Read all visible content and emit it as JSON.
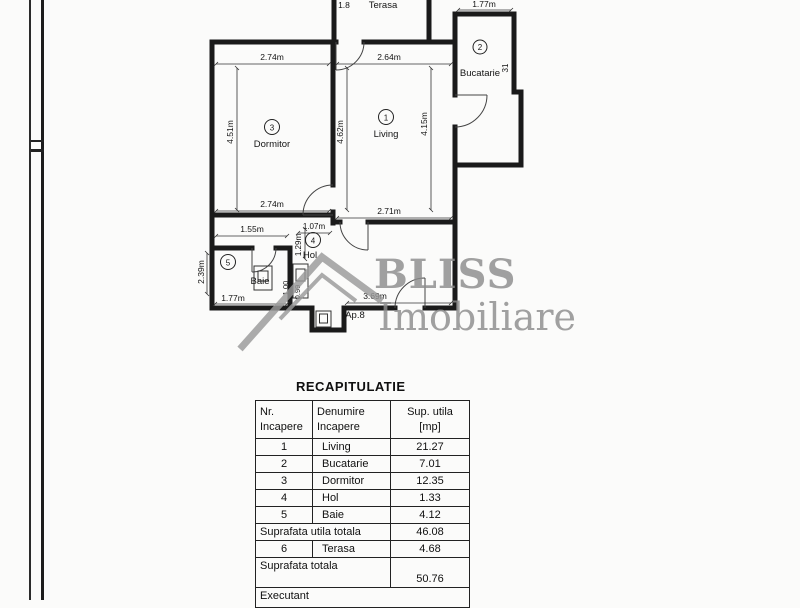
{
  "document": {
    "heading": "RECAPITULATIE"
  },
  "watermark": {
    "brand_top": "BLISS",
    "brand_bottom": "Imobiliare",
    "color": "#8d8d8d"
  },
  "plan": {
    "rooms": {
      "living": {
        "number": "1",
        "label": "Living"
      },
      "bucatarie": {
        "number": "2",
        "label": "Bucatarie"
      },
      "dormitor": {
        "number": "3",
        "label": "Dormitor"
      },
      "hol": {
        "number": "4",
        "label": "Hol"
      },
      "baie": {
        "number": "5",
        "label": "Baie"
      },
      "terasa": {
        "label": "Terasa"
      }
    },
    "apartment_label": "Ap.8",
    "dimensions": {
      "terasa_top": "1.8",
      "bucatarie_top": "1.77m",
      "bucatarie_right": "31",
      "dormitor_top": "2.74m",
      "living_top": "2.64m",
      "dormitor_left": "4.51m",
      "middle_vertical": "4.62m",
      "living_right": "4.15m",
      "dormitor_bottom": "2.74m",
      "living_bottom": "2.71m",
      "hol_top": "1.55m",
      "hol_top_small": "1.07m",
      "hol_left_small": "1.29m",
      "baie_left": "2.39m",
      "small_1": "1.00",
      "small_2": "0.99",
      "baie_bottom": "1.77m",
      "hol_bottom": "3.69m"
    }
  },
  "table": {
    "headers": {
      "col1": [
        "Nr.",
        "Incapere"
      ],
      "col2": [
        "Denumire",
        "Incapere"
      ],
      "col3": [
        "Sup. utila",
        "[mp]"
      ]
    },
    "rows": [
      {
        "nr": "1",
        "name": "Living",
        "area": "21.27"
      },
      {
        "nr": "2",
        "name": "Bucatarie",
        "area": "7.01"
      },
      {
        "nr": "3",
        "name": "Dormitor",
        "area": "12.35"
      },
      {
        "nr": "4",
        "name": "Hol",
        "area": "1.33"
      },
      {
        "nr": "5",
        "name": "Baie",
        "area": "4.12"
      }
    ],
    "subtotal": {
      "label": "Suprafata utila totala",
      "value": "46.08"
    },
    "extra_row": {
      "nr": "6",
      "name": "Terasa",
      "area": "4.68"
    },
    "total": {
      "label": "Suprafata totala",
      "value": "50.76"
    },
    "footer_label": "Executant"
  }
}
